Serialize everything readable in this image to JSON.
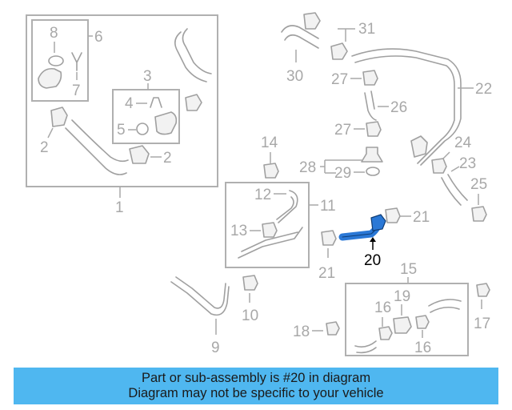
{
  "callouts": {
    "c1": "1",
    "c2a": "2",
    "c2b": "2",
    "c3": "3",
    "c4": "4",
    "c5": "5",
    "c6": "6",
    "c7": "7",
    "c8": "8",
    "c9": "9",
    "c10": "10",
    "c11": "11",
    "c12": "12",
    "c13": "13",
    "c14": "14",
    "c15": "15",
    "c16a": "16",
    "c16b": "16",
    "c17": "17",
    "c18": "18",
    "c19": "19",
    "c20": "20",
    "c21a": "21",
    "c21b": "21",
    "c22": "22",
    "c23": "23",
    "c24": "24",
    "c25": "25",
    "c26": "26",
    "c27a": "27",
    "c27b": "27",
    "c28": "28",
    "c29": "29",
    "c30": "30",
    "c31": "31"
  },
  "highlight": {
    "part_number": "20",
    "color": "#2a78d6"
  },
  "caption": {
    "line1": "Part or sub-assembly is #20 in diagram",
    "line2": "Diagram may not be specific to your vehicle",
    "background": "#4fb7f0"
  }
}
